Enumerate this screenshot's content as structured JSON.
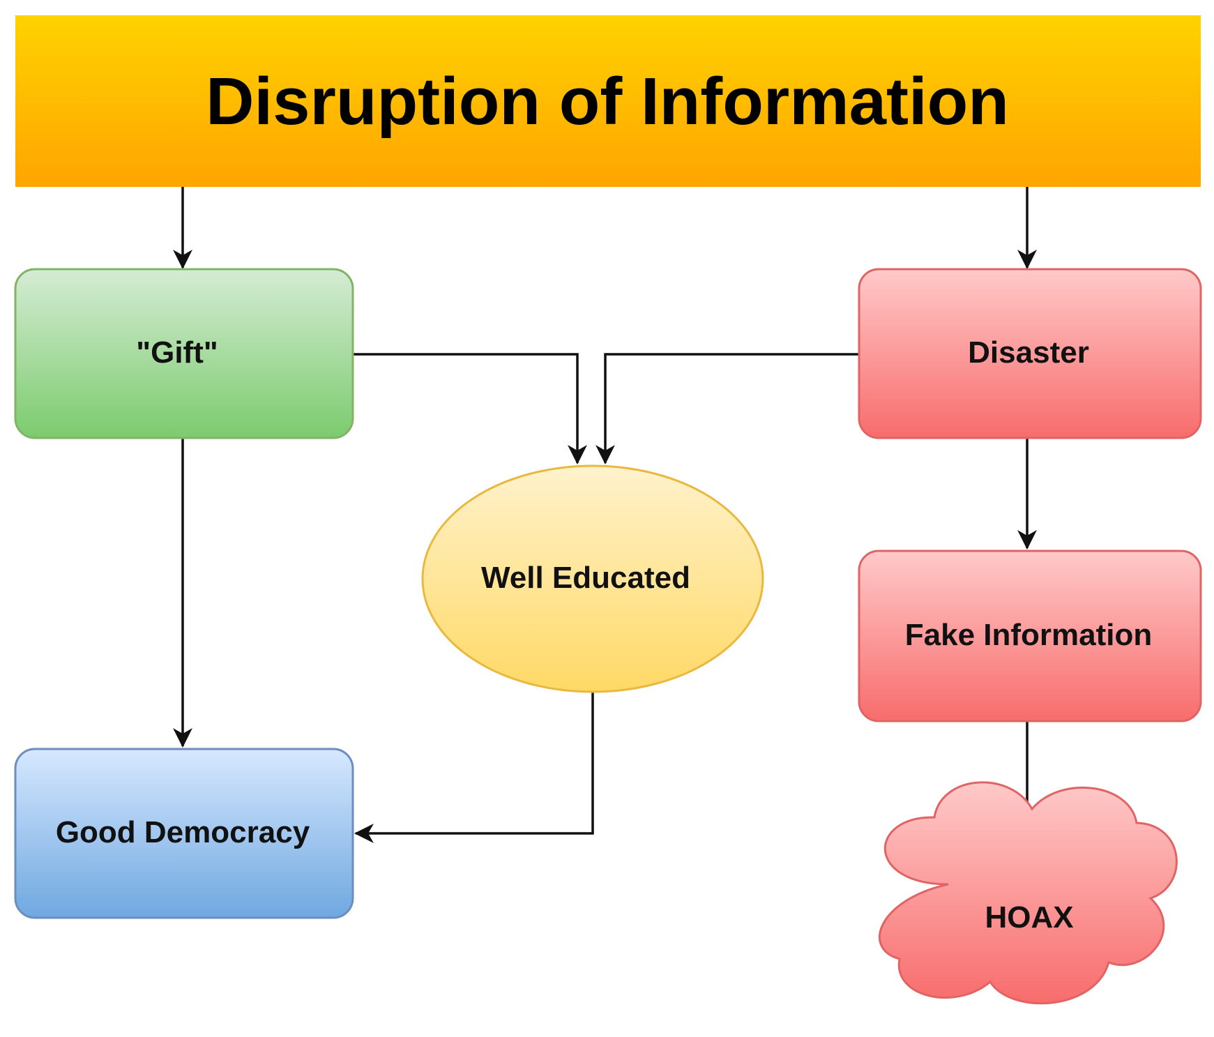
{
  "title": "Disruption of Information",
  "nodes": {
    "gift": "\"Gift\"",
    "disaster": "Disaster",
    "well_educated": "Well Educated",
    "fake_information": "Fake Information",
    "good_democracy": "Good Democracy",
    "hoax": "HOAX"
  },
  "colors": {
    "title_top": "#FFD200",
    "title_bottom": "#FFA500",
    "green_top": "#D5ECD4",
    "green_bottom": "#7CCB6E",
    "green_stroke": "#82B366",
    "red_top": "#FFC9C9",
    "red_bottom": "#F86C6C",
    "red_stroke": "#E06464",
    "yellow_top": "#FFF2CC",
    "yellow_bottom": "#FFD966",
    "yellow_stroke": "#E8B93E",
    "blue_top": "#D6E8FF",
    "blue_bottom": "#6FA8E0",
    "blue_stroke": "#6C8EBF",
    "edge": "#111111"
  }
}
